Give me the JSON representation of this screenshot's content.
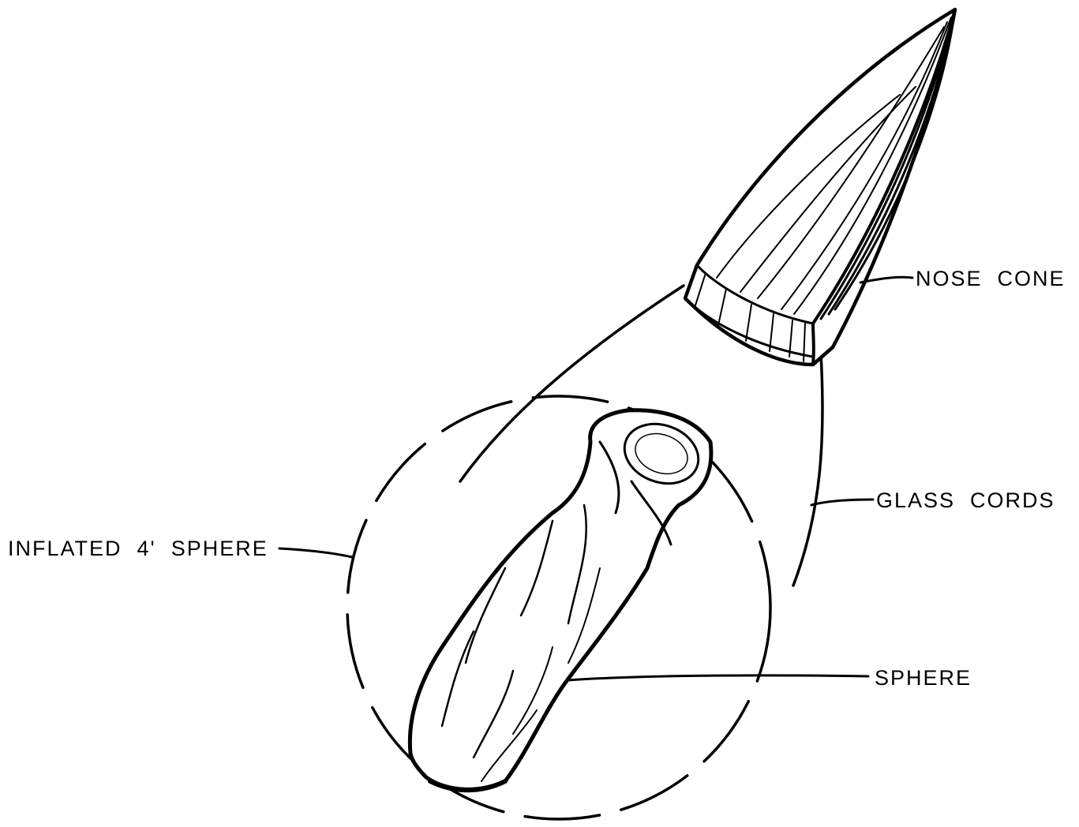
{
  "diagram": {
    "labels": {
      "nose_cone": "NOSE  CONE",
      "glass_cords": "GLASS  CORDS",
      "inflated_sphere": "INFLATED  4'  SPHERE",
      "sphere": "SPHERE"
    },
    "colors": {
      "ink": "#000000",
      "paper": "#ffffff"
    }
  }
}
